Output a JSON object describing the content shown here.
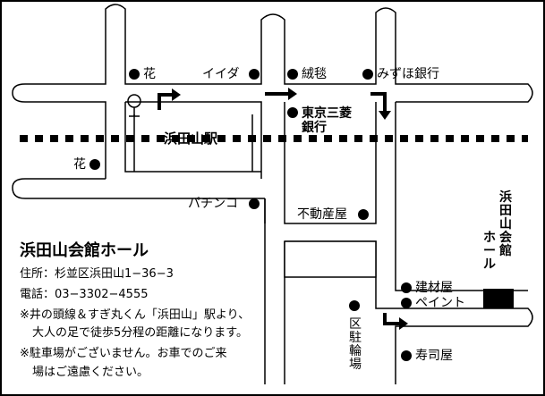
{
  "landmarks": {
    "hana_top": "花",
    "iida": "イイダ",
    "jutan": "絨毯",
    "mizuho": "みずほ銀行",
    "tokyo_mitsubishi_1": "東京三菱",
    "tokyo_mitsubishi_2": "銀行",
    "station": "浜田山駅",
    "hana_left": "花",
    "pachinko": "パチンコ",
    "fudosan": "不動産屋",
    "kenzai": "建材屋",
    "paint": "ペイント",
    "sushi": "寿司屋",
    "bicycle_parking": "区駐輪場"
  },
  "hall_label_vertical": [
    "浜田山会館",
    "ホール"
  ],
  "info": {
    "title": "浜田山会館ホール",
    "address": "住所：杉並区浜田山1−36−3",
    "phone": "電話：03−3302−4555",
    "note1_line1": "※井の頭線＆すぎ丸くん「浜田山」駅より、",
    "note1_line2": "大人の足で徒歩5分程の距離になります。",
    "note2_line1": "※駐車場がございません。お車でのご来",
    "note2_line2": "場はご遠慮ください。"
  },
  "colors": {
    "ink": "#000000",
    "background": "#ffffff"
  }
}
